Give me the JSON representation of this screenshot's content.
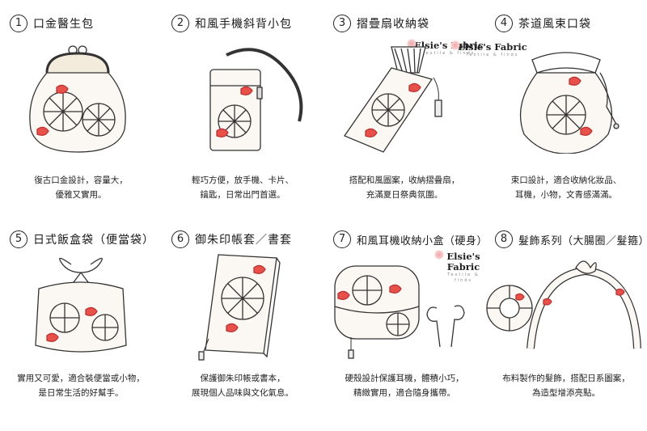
{
  "brand": {
    "name": "Elsie's Fabric",
    "tagline": "Textile & finds",
    "accent": "#e8504a"
  },
  "items": [
    {
      "num": "1",
      "title": "口金醫生包",
      "desc": [
        "復古口金設計，容量大，",
        "優雅又實用。"
      ],
      "icon": "frame-purse-icon"
    },
    {
      "num": "2",
      "title": "和風手機斜背小包",
      "desc": [
        "輕巧方便，放手機、卡片、",
        "鑰匙，日常出門首選。"
      ],
      "icon": "phone-crossbody-bag-icon"
    },
    {
      "num": "3",
      "title": "摺疊扇收納袋",
      "desc": [
        "搭配和風圖案，收納摺疊扇，",
        "充滿夏日祭典氛圍。"
      ],
      "icon": "fan-pouch-icon"
    },
    {
      "num": "4",
      "title": "茶道風束口袋",
      "desc": [
        "束口設計，適合收納化妝品、",
        "耳機，小物，文青感滿滿。"
      ],
      "icon": "drawstring-bag-icon"
    },
    {
      "num": "5",
      "title": "日式飯盒袋（便當袋）",
      "desc": [
        "實用又可愛，適合裝便當或小物，",
        "是日常生活的好幫手。"
      ],
      "icon": "bento-bag-icon"
    },
    {
      "num": "6",
      "title": "御朱印帳套／書套",
      "desc": [
        "保護御朱印帳或書本，",
        "展現個人品味與文化氣息。"
      ],
      "icon": "book-cover-icon"
    },
    {
      "num": "7",
      "title": "和風耳機收納小盒（硬身）",
      "desc": [
        "硬殼設計保護耳機，體積小巧，",
        "精緻實用，適合隨身攜帶。"
      ],
      "icon": "earphone-case-icon"
    },
    {
      "num": "8",
      "title": "髮飾系列（大腸圈／髮箍）",
      "desc": [
        "布料製作的髮飾，搭配日系圖案，",
        "為造型增添亮點。"
      ],
      "icon": "hair-accessories-icon"
    }
  ]
}
